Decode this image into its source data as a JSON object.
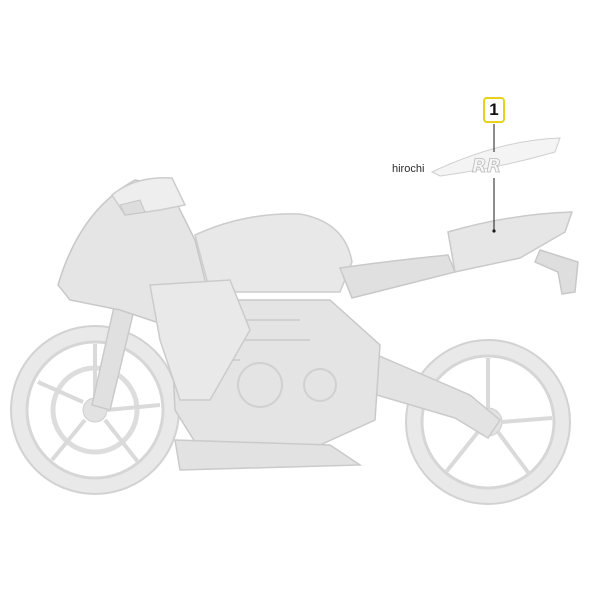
{
  "diagram": {
    "callout_number": "1",
    "watermark_text": "hirochi",
    "decal_lettering": "RR",
    "colors": {
      "bike_fill": "#e6e6e6",
      "bike_stroke": "#c8c8c8",
      "callout_border": "#e7d21b",
      "leader_line": "#1a1a1a"
    }
  }
}
